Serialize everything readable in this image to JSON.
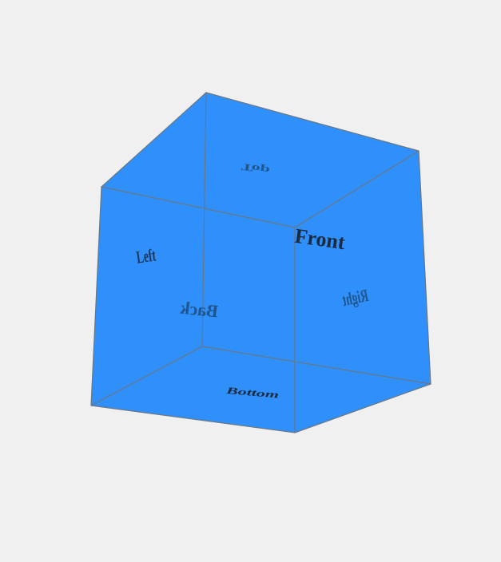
{
  "cube": {
    "fill_color": "#3090fb",
    "edge_color": "#6a7680",
    "faces": {
      "front": "Front",
      "back": "Back",
      "left": "Left",
      "right": "Right",
      "top": "Top",
      "bottom": "Bottom"
    }
  }
}
